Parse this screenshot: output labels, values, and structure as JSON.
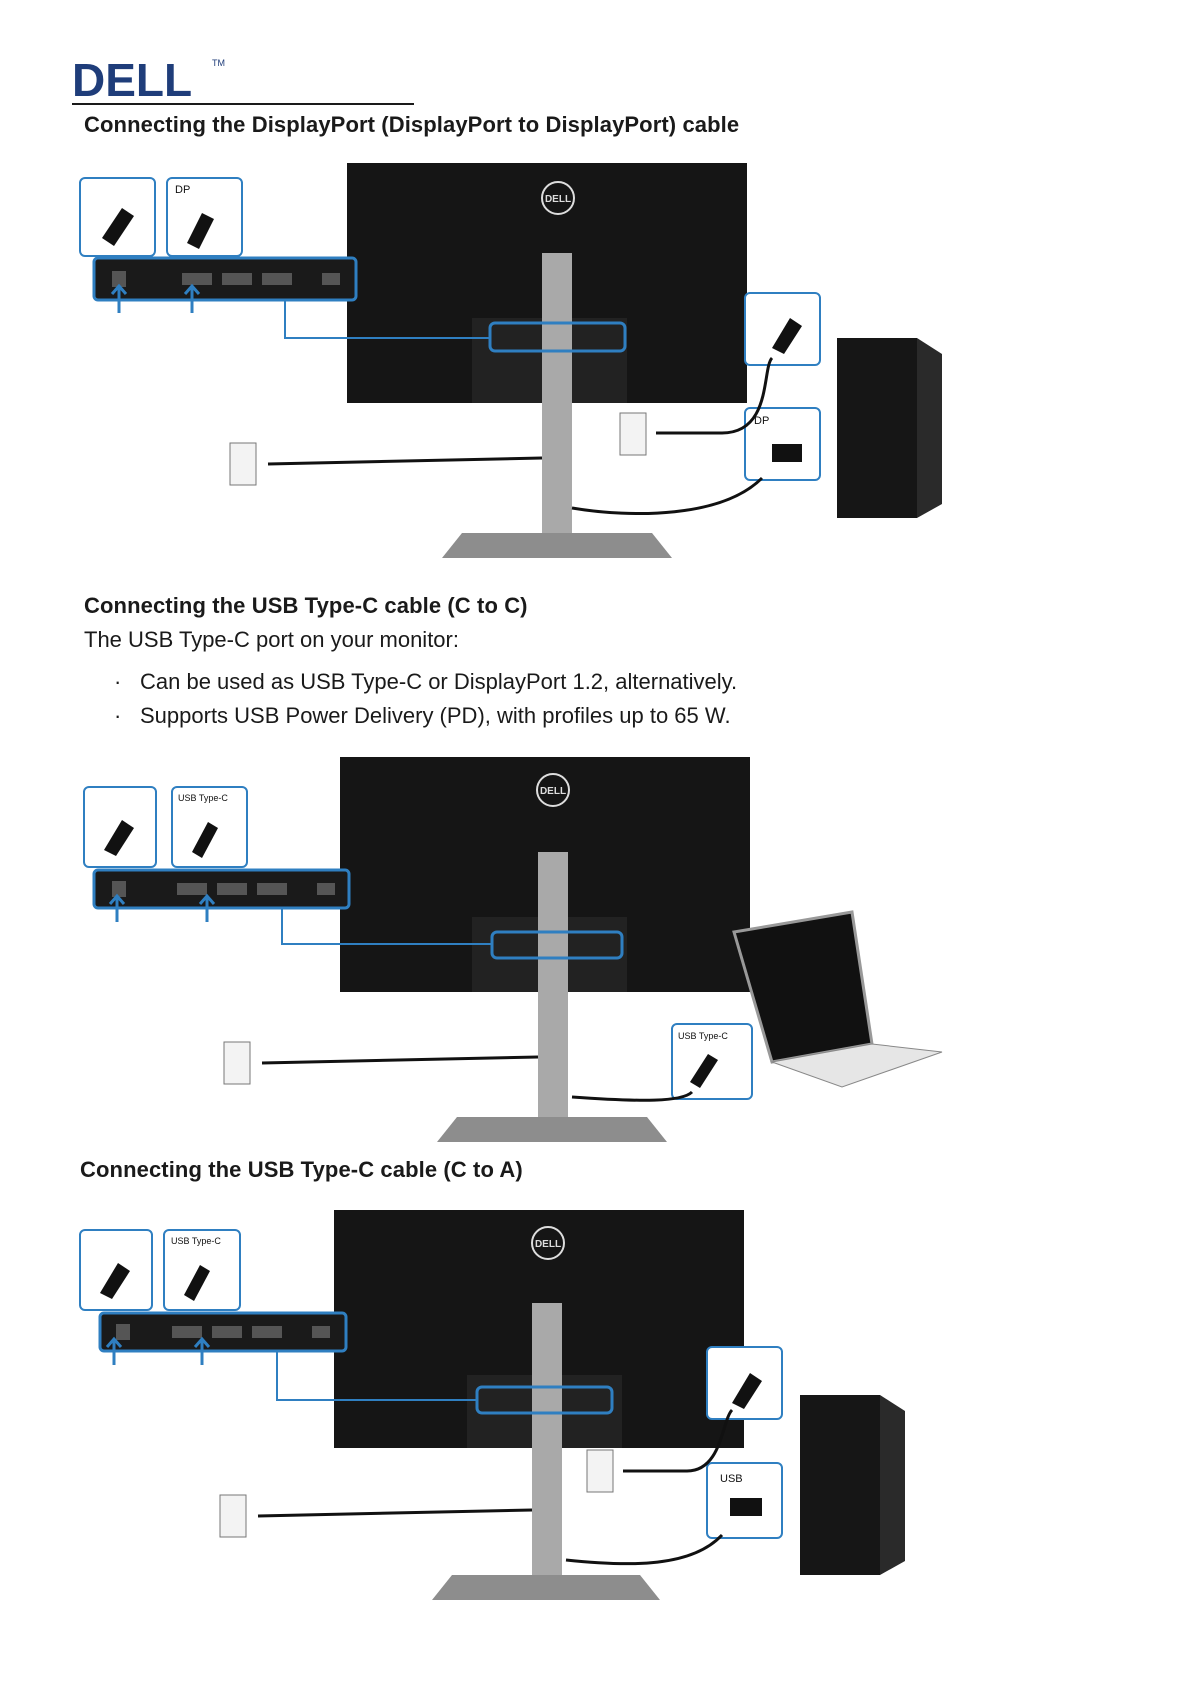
{
  "header": {
    "logo_text": "DELL",
    "logo_mark": "TM"
  },
  "sections": {
    "dp": {
      "title": "Connecting the DisplayPort (DisplayPort to DisplayPort) cable",
      "callout_left_label": "DP",
      "callout_right_label": "DP",
      "bezel_logo": "DELL"
    },
    "usbc_cc": {
      "title": "Connecting the USB Type-C cable (C to C)",
      "intro": "The USB Type-C port on your monitor:",
      "bullets": [
        "Can be used as USB Type-C or DisplayPort 1.2, alternatively.",
        "Supports USB Power Delivery (PD), with profiles up to 65 W."
      ],
      "callout_left_label": "USB Type-C",
      "callout_right_label": "USB Type-C",
      "bezel_logo": "DELL"
    },
    "usbc_ca": {
      "title": "Connecting the USB Type-C cable (C to A)",
      "callout_left_label": "USB Type-C",
      "callout_right_label": "USB",
      "bezel_logo": "DELL"
    }
  },
  "colors": {
    "callout_blue": "#2f7fc1",
    "monitor_black": "#151515",
    "stand_silver": "#a9a9a9"
  }
}
